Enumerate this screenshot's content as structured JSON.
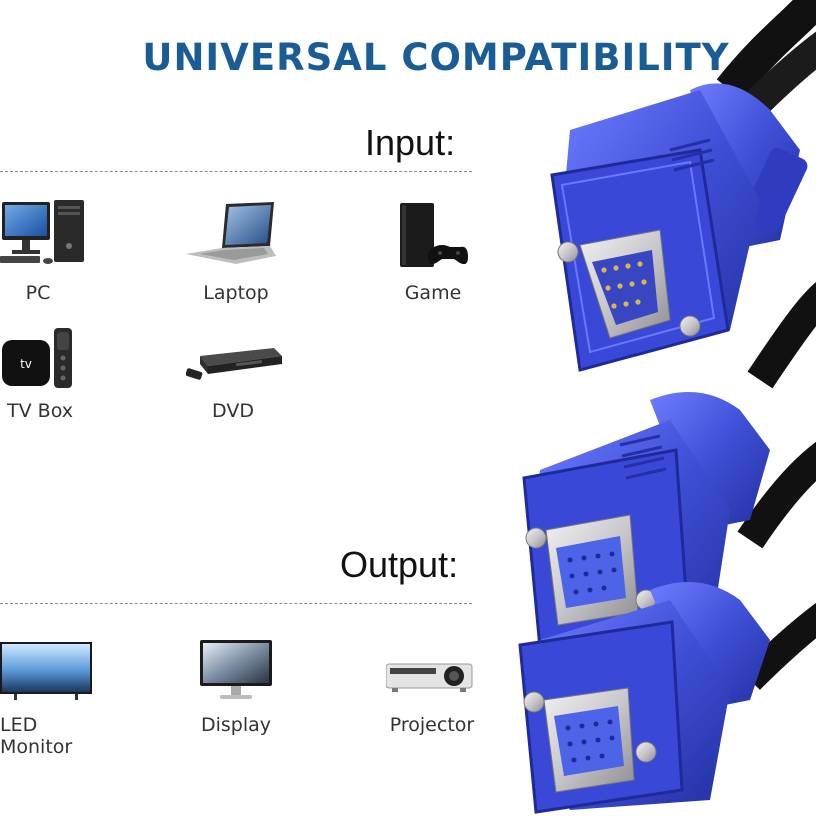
{
  "title": "UNIVERSAL COMPATIBILITY",
  "input": {
    "heading": "Input:",
    "devices": [
      {
        "label": "PC",
        "icon": "desktop-pc-icon"
      },
      {
        "label": "Laptop",
        "icon": "laptop-icon"
      },
      {
        "label": "Game",
        "icon": "game-console-icon"
      },
      {
        "label": "TV Box",
        "icon": "tv-box-icon"
      },
      {
        "label": "DVD",
        "icon": "dvd-player-icon"
      }
    ]
  },
  "output": {
    "heading": "Output:",
    "devices": [
      {
        "label": "LED Monitor",
        "icon": "led-monitor-icon"
      },
      {
        "label": "Display",
        "icon": "display-icon"
      },
      {
        "label": "Projector",
        "icon": "projector-icon"
      }
    ]
  },
  "tv_box_logo": "tv",
  "colors": {
    "title": "#1a5c96",
    "connector": "#3f4fd6",
    "cable": "#111111",
    "metal": "#c8c8cc"
  }
}
